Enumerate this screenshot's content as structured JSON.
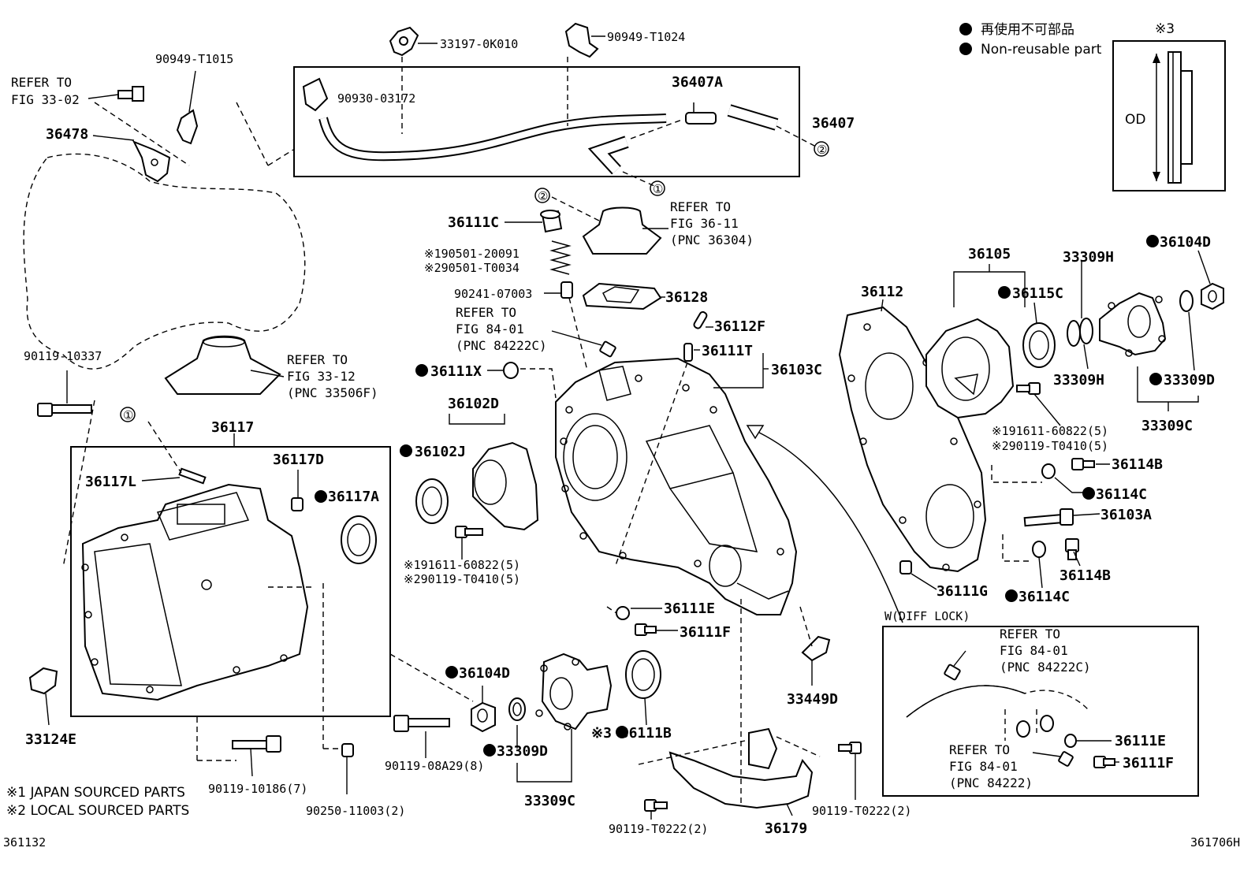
{
  "legend": {
    "bullet_jp": "再使用不可部品",
    "bullet_en": "Non-reusable part",
    "note3_mark": "※3",
    "od_label": "OD"
  },
  "footer": {
    "note1": "※1 JAPAN SOURCED PARTS",
    "note2": "※2 LOCAL SOURCED PARTS",
    "left_code": "361132",
    "right_code": "361706H"
  },
  "refs": {
    "r3302": [
      "REFER TO",
      "FIG 33-02"
    ],
    "r3611": [
      "REFER TO",
      "FIG 36-11",
      "(PNC 36304)"
    ],
    "r8401a": [
      "REFER TO",
      "FIG 84-01",
      "(PNC 84222C)"
    ],
    "r3312": [
      "REFER TO",
      "FIG 33-12",
      "(PNC 33506F)"
    ],
    "r8401b": [
      "REFER TO",
      "FIG 84-01",
      "(PNC 84222C)"
    ],
    "r8401c": [
      "REFER TO",
      "FIG 84-01",
      "(PNC 84222)"
    ]
  },
  "diff_lock": "W(DIFF LOCK)",
  "circles": {
    "c1": "①",
    "c2": "②"
  },
  "parts": {
    "p33197": "33197-0K010",
    "p90949a": "90949-T1024",
    "p90949b": "90949-T1015",
    "p90930": "90930-03172",
    "p36407A": "36407A",
    "p36407": "36407",
    "p36478": "36478",
    "p36111C": "36111C",
    "p190501": "※190501-20091",
    "p290501": "※290501-T0034",
    "p90241": "90241-07003",
    "p36128": "36128",
    "p36112F": "36112F",
    "p36111T": "36111T",
    "p36103C": "36103C",
    "p36111X": "36111X",
    "p36102D": "36102D",
    "p36102J": "36102J",
    "p191611a": "※191611-60822(5)",
    "p290119a": "※290119-T0410(5)",
    "p90119_10337": "90119-10337",
    "p36117": "36117",
    "p36117D": "36117D",
    "p36117L": "36117L",
    "p36117A": "36117A",
    "p36112": "36112",
    "p36105": "36105",
    "p33309H_a": "33309H",
    "p36104D_a": "36104D",
    "p36115C": "36115C",
    "p33309H_b": "33309H",
    "p33309D_a": "33309D",
    "p33309C_a": "33309C",
    "p191611b": "※191611-60822(5)",
    "p290119b": "※290119-T0410(5)",
    "p36114B_a": "36114B",
    "p36114C_a": "36114C",
    "p36103A": "36103A",
    "p36114B_b": "36114B",
    "p36111G": "36111G",
    "p36114C_b": "36114C",
    "p36111E": "36111E",
    "p36111F": "36111F",
    "p33449D": "33449D",
    "p36104D_b": "36104D",
    "p33309D_b": "33309D",
    "p33309C_b": "33309C",
    "p36111B": "※3 36111B",
    "p90119_08A29": "90119-08A29(8)",
    "p90119_10186": "90119-10186(7)",
    "p90250": "90250-11003(2)",
    "p33124E": "33124E",
    "p90119_T0222a": "90119-T0222(2)",
    "p90119_T0222b": "90119-T0222(2)",
    "p36179": "36179",
    "p36111E_b": "36111E",
    "p36111F_b": "36111F"
  }
}
